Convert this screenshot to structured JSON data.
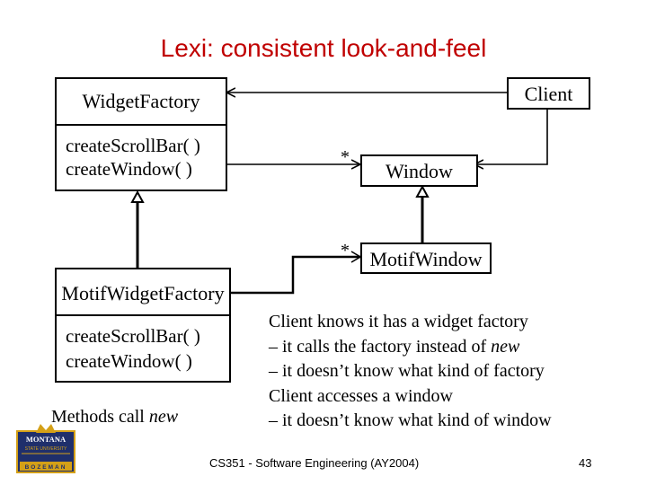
{
  "slide": {
    "title": "Lexi: consistent look-and-feel",
    "footer_center": "CS351 - Software Engineering (AY2004)",
    "page_number": "43"
  },
  "diagram": {
    "widget_factory": {
      "name": "WidgetFactory",
      "methods": [
        "createScrollBar( )",
        "createWindow( )"
      ]
    },
    "motif_widget_factory": {
      "name": "MotifWidgetFactory",
      "methods": [
        "createScrollBar( )",
        "createWindow( )"
      ]
    },
    "client": {
      "name": "Client"
    },
    "window": {
      "name": "Window"
    },
    "motif_window": {
      "name": "MotifWindow"
    },
    "multiplicity_window": "*",
    "multiplicity_motif_window": "*",
    "methods_call_label": "Methods call",
    "methods_call_word": "new"
  },
  "notes": {
    "line1": "Client knows it has a widget factory",
    "line2_prefix": "– it calls the factory instead of",
    "line2_word": "new",
    "line3": "– it doesn’t know what kind of factory",
    "line4": "Client accesses a window",
    "line5": "– it doesn’t know what kind of window"
  },
  "logo": {
    "top_word": "MONTANA",
    "middle_word": "STATE UNIVERSITY",
    "bottom_word": "BOZEMAN",
    "colors": {
      "navy": "#1f2f6b",
      "gold": "#d4a017"
    }
  }
}
